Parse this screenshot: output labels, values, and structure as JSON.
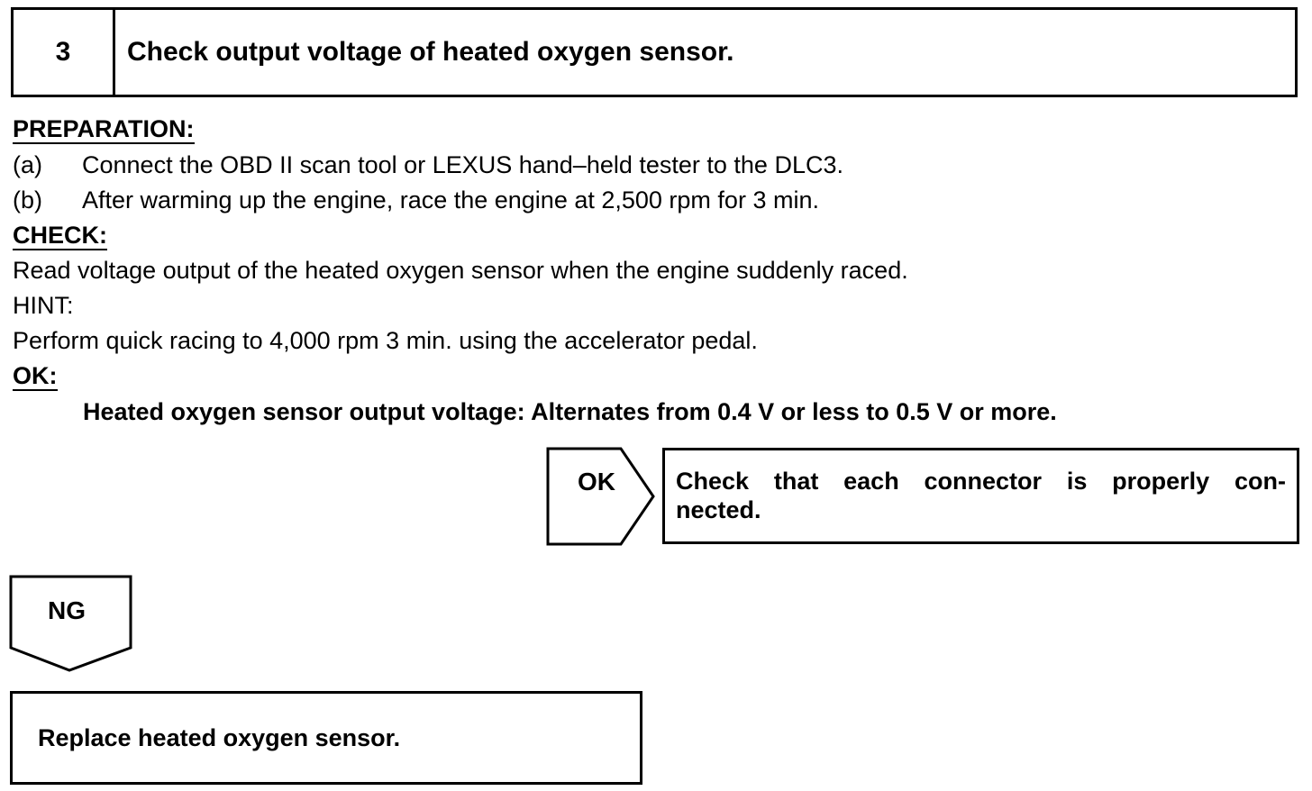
{
  "step": {
    "number": "3",
    "title": "Check output voltage of heated oxygen sensor."
  },
  "preparation": {
    "heading": "PREPARATION:",
    "items": [
      {
        "label": "(a)",
        "text": "Connect the OBD II scan tool or LEXUS hand–held tester to the DLC3."
      },
      {
        "label": "(b)",
        "text": "After warming up the engine, race the engine at 2,500 rpm for 3 min."
      }
    ]
  },
  "check": {
    "heading": "CHECK:",
    "text": "Read voltage output of the heated oxygen sensor when the engine suddenly raced.",
    "hint_label": "HINT:",
    "hint_text": "Perform quick racing to 4,000 rpm 3 min. using the accelerator pedal."
  },
  "ok": {
    "heading": "OK:",
    "spec": "Heated oxygen sensor output voltage: Alternates from 0.4 V or less to 0.5 V or more."
  },
  "flow": {
    "ok_label": "OK",
    "ok_result_line1": "Check that each connector is properly con-",
    "ok_result_line2": "nected.",
    "ng_label": "NG",
    "ng_result": "Replace heated oxygen sensor."
  }
}
